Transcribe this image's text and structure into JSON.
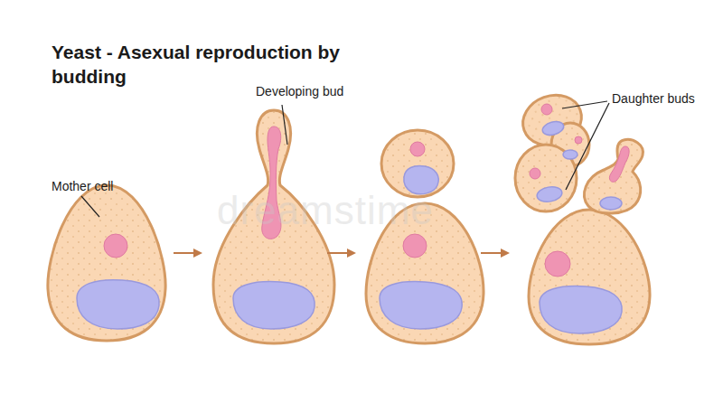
{
  "diagram": {
    "title": "Yeast - Asexual reproduction by budding",
    "labels": [
      "Mother cell",
      "Developing bud",
      "Daughter buds",
      "dreamstime"
    ]
  }
}
